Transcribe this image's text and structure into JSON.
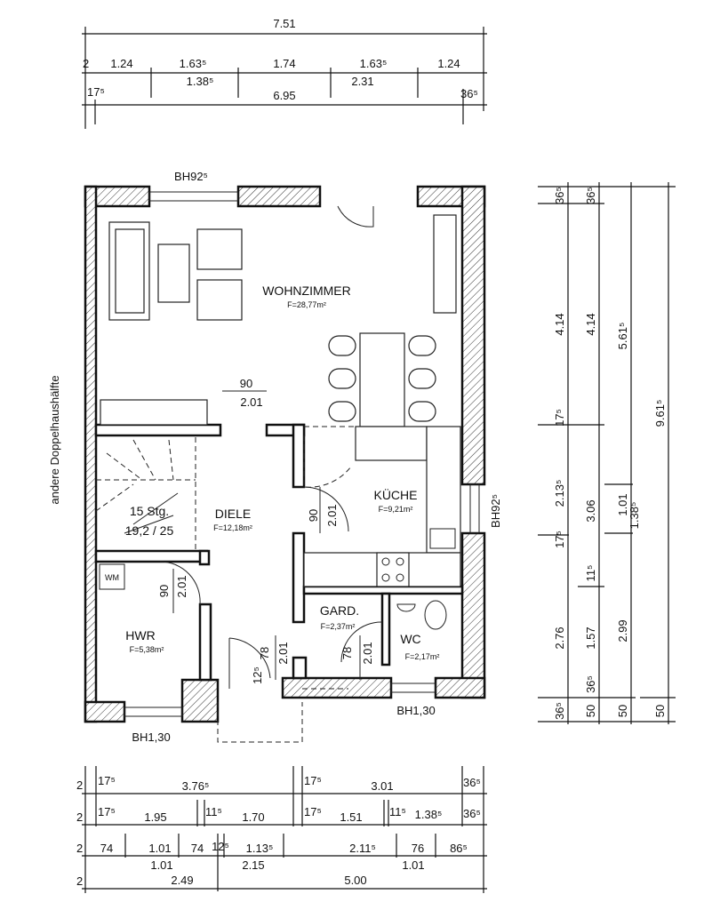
{
  "plan": {
    "side_label": "andere Doppelhaushälfte",
    "rooms": {
      "wohnzimmer": {
        "name": "WOHNZIMMER",
        "area": "F=28,77m²"
      },
      "diele": {
        "name": "DIELE",
        "area": "F=12,18m²"
      },
      "kueche": {
        "name": "KÜCHE",
        "area": "F=9,21m²"
      },
      "gard": {
        "name": "GARD.",
        "area": "F=2,37m²"
      },
      "wc": {
        "name": "WC",
        "area": "F=2,17m²"
      },
      "hwr": {
        "name": "HWR",
        "area": "F=5,38m²"
      }
    },
    "stairs": {
      "steps": "15 Stg.",
      "ratio": "19,2 / 25"
    },
    "wm": "WM",
    "windows": {
      "top": "BH92⁵",
      "right": "BH92⁵",
      "bottom_right": "BH1,30",
      "bottom_left": "BH1,30"
    },
    "doors": [
      "90",
      "2.01",
      "90",
      "2.01",
      "90",
      "2.01",
      "78",
      "2.01",
      "12⁵",
      "78",
      "2.01"
    ]
  },
  "dims_top": [
    "7.51",
    "2",
    "1.24",
    "1.63⁵",
    "1.74",
    "1.63⁵",
    "1.24",
    "1.38⁵",
    "2.31",
    "17⁵",
    "6.95",
    "36⁵"
  ],
  "dims_right": {
    "col1": [
      "36⁵",
      "4.14",
      "17⁵",
      "2.13⁵",
      "17⁵",
      "2.76",
      "36⁵"
    ],
    "col2": [
      "36⁵",
      "4.14",
      "3.06",
      "11⁵",
      "1.57",
      "36⁵",
      "50"
    ],
    "col3": [
      "5.61⁵",
      "1.01",
      "1.38⁵",
      "2.99",
      "50"
    ],
    "col4": [
      "9.61⁵",
      "50"
    ]
  },
  "dims_bottom": {
    "row1": [
      "2",
      "17⁵",
      "3.76⁵",
      "17⁵",
      "3.01",
      "36⁵"
    ],
    "row2": [
      "2",
      "17⁵",
      "1.95",
      "11⁵",
      "1.70",
      "17⁵",
      "1.51",
      "11⁵",
      "1.38⁵",
      "36⁵"
    ],
    "row3": [
      "2",
      "74",
      "1.01",
      "74",
      "12⁵",
      "1.13⁵",
      "2.11⁵",
      "76",
      "86⁵"
    ],
    "row4": [
      "1.01",
      "2.15",
      "1.01",
      "2",
      "2.49",
      "5.00"
    ]
  }
}
